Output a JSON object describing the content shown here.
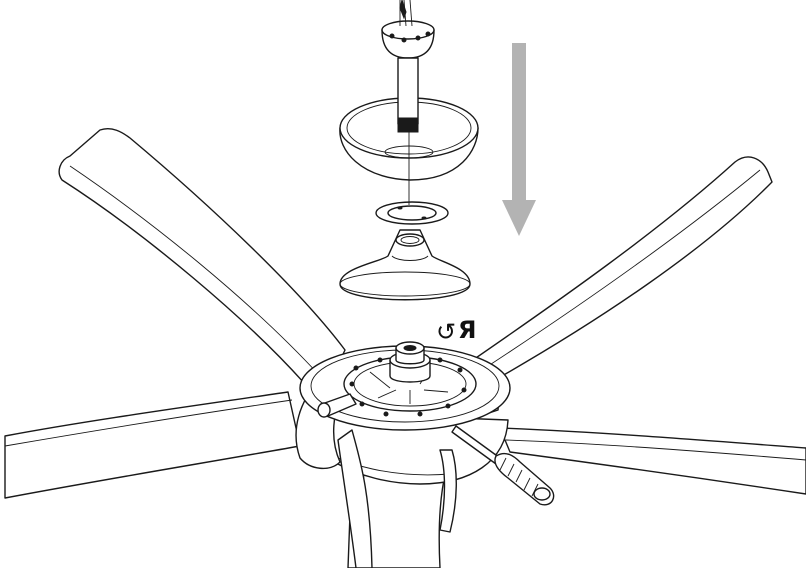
{
  "diagram": {
    "arrow_color": "#b3b3b3",
    "line_color": "#1a1a1a",
    "rotation_symbol": "↺",
    "lock_symbol": "Я",
    "parts": [
      "downrod-with-hanger-ball",
      "canopy",
      "retaining-ring",
      "coupling-cover",
      "motor-housing",
      "fan-blades",
      "mounting-screw",
      "screwdriver"
    ]
  }
}
